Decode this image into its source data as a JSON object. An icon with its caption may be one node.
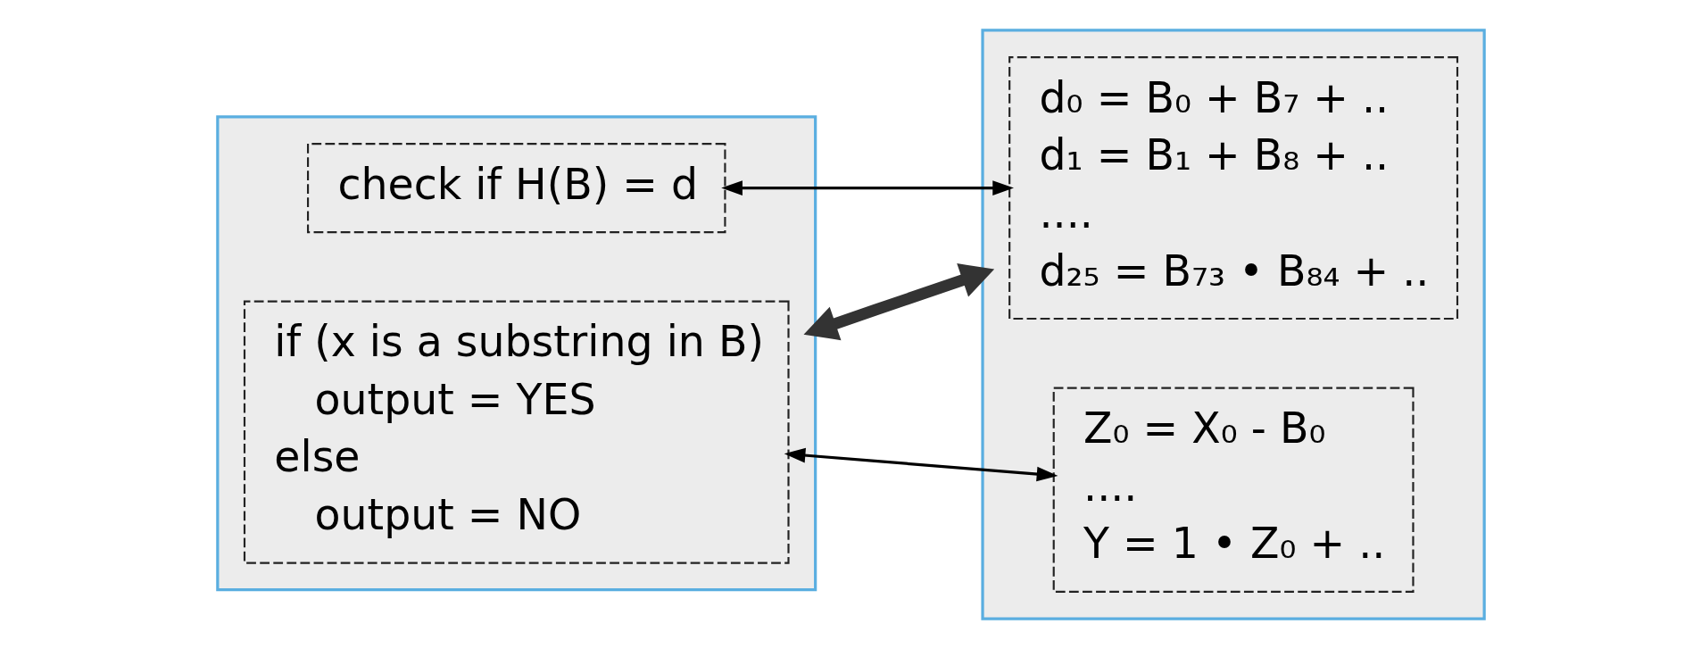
{
  "diagram": {
    "nodes": [
      {
        "text": [],
        "shape": "box"
      },
      {
        "text": [
          "check if H(B) = d"
        ],
        "in": 0
      },
      {
        "text": [
          "if (x is a substring in B)",
          "output = YES",
          "else",
          "output = NO"
        ],
        "in": 0
      },
      {
        "text": [],
        "shape": "box"
      },
      {
        "text": [
          "d₀ = B₀ + B₇ + ..",
          "d₁ = B₁ + B₈ + ..",
          "....",
          "d₂₅ = B₇₃ • B₈₄ + .."
        ],
        "in": 3
      },
      {
        "text": [
          "Z₀ = X₀ - B₀",
          "....",
          "Y = 1 • Z₀ + .."
        ],
        "in": 3
      }
    ],
    "edges": [
      {
        "from": 1,
        "to": 4,
        "arrow": "both"
      },
      {
        "from": 0,
        "to": 3,
        "arrow": "both",
        "style": "thick",
        "color": "#333333"
      },
      {
        "from": 2,
        "to": 5,
        "arrow": "both"
      }
    ]
  }
}
